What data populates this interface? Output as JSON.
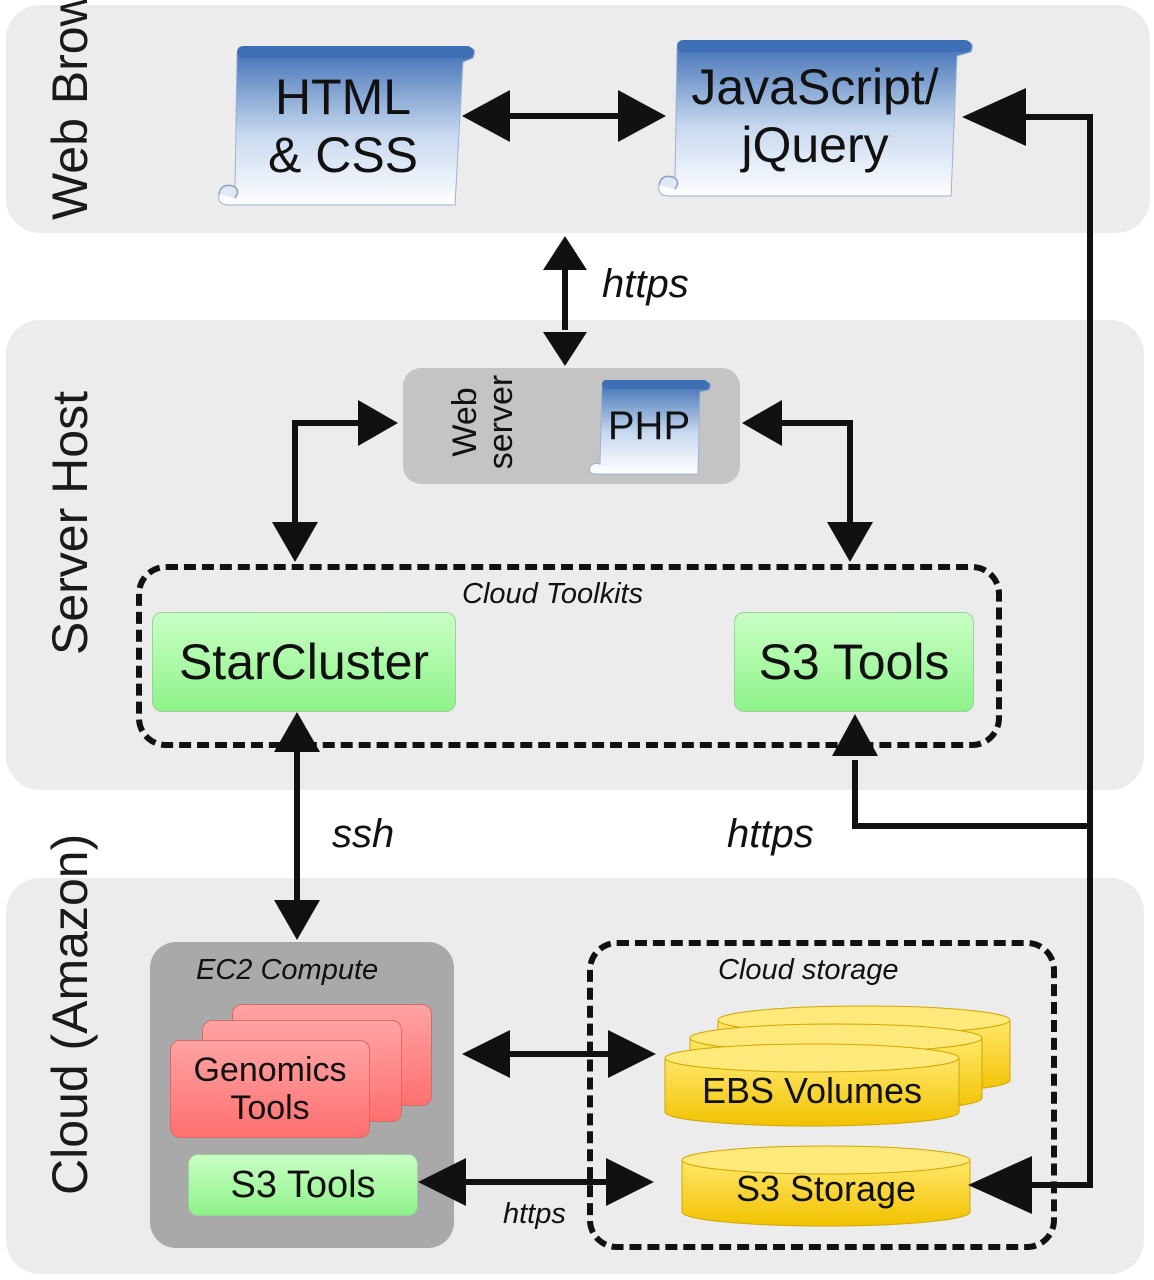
{
  "bands": {
    "browser": "Web Browser",
    "server": "Server Host",
    "cloud": "Cloud (Amazon)"
  },
  "browser": {
    "html_css": "HTML & CSS",
    "javascript": "JavaScript/ jQuery"
  },
  "server": {
    "web_server": "Web server",
    "php": "PHP",
    "toolkits_label": "Cloud Toolkits",
    "starcluster": "StarCluster",
    "s3_tools": "S3 Tools"
  },
  "cloud": {
    "ec2_label": "EC2 Compute",
    "genomics_tools": "Genomics Tools",
    "s3_tools": "S3 Tools",
    "storage_label": "Cloud storage",
    "ebs_volumes": "EBS Volumes",
    "s3_storage": "S3 Storage"
  },
  "connections": {
    "browser_server": "https",
    "starcluster_ec2": "ssh",
    "s3tools_cloud": "https",
    "s3tools_s3storage": "https"
  },
  "colors": {
    "band": "#ececec",
    "scroll_blue": "#3e6fb5",
    "green_box": "#8ef38a",
    "red_box": "#ff7a7a",
    "yellow_disk": "#f7d21f",
    "arrow": "#111111"
  }
}
